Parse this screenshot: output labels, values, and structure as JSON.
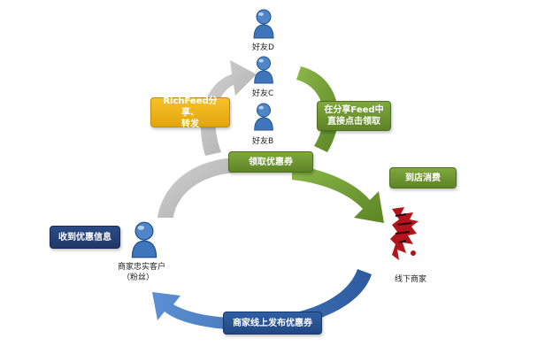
{
  "colors": {
    "green": "#6e9a2e",
    "gray": "#bcbcbc",
    "blue": "#3d6fb3",
    "navy": "#234278",
    "yellow": "#f2b51c",
    "seal_red": "#b3141b"
  },
  "icons": [
    "user-icon",
    "merchant-seal-icon"
  ],
  "nodes": {
    "friend_d": "好友D",
    "friend_c": "好友C",
    "friend_b": "好友B",
    "customer_line1": "商家忠实客户",
    "customer_line2": "（粉丝）",
    "merchant": "线下商家"
  },
  "boxes": {
    "richfeed_line1": "RichFeed分享、",
    "richfeed_line2": "转发",
    "direct_claim_line1": "在分享Feed中",
    "direct_claim_line2": "直接点击领取",
    "claim_coupon": "领取优惠券",
    "instore": "到店消费",
    "receive_info": "收到优惠信息",
    "publish_coupon": "商家线上发布优惠券"
  }
}
